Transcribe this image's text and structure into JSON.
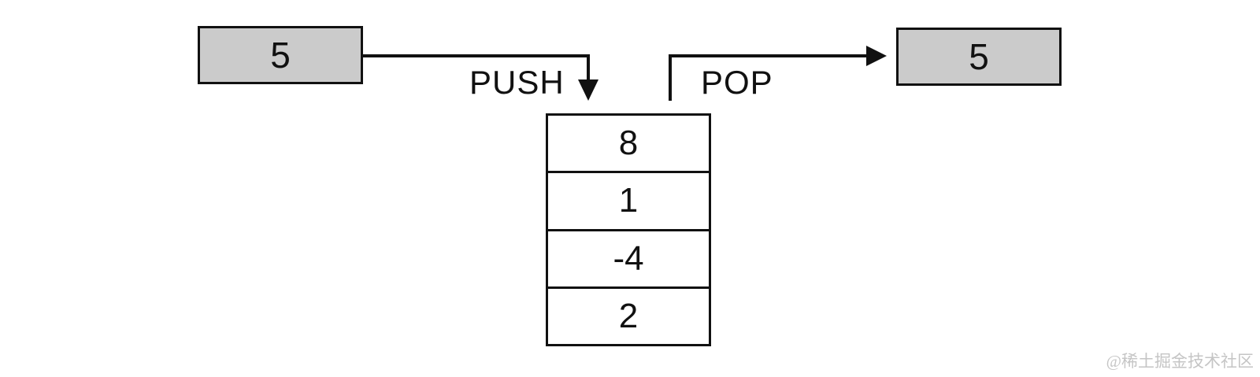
{
  "diagram": {
    "push_input": {
      "value": "5"
    },
    "pop_output": {
      "value": "5"
    },
    "push_label": "PUSH",
    "pop_label": "POP",
    "stack": {
      "cells": [
        "8",
        "1",
        "-4",
        "2"
      ]
    },
    "watermark": "@稀土掘金技术社区",
    "colors": {
      "background": "#ffffff",
      "box_fill": "#cbcbcb",
      "line": "#111111",
      "watermark_text": "#c5c5c5"
    }
  }
}
